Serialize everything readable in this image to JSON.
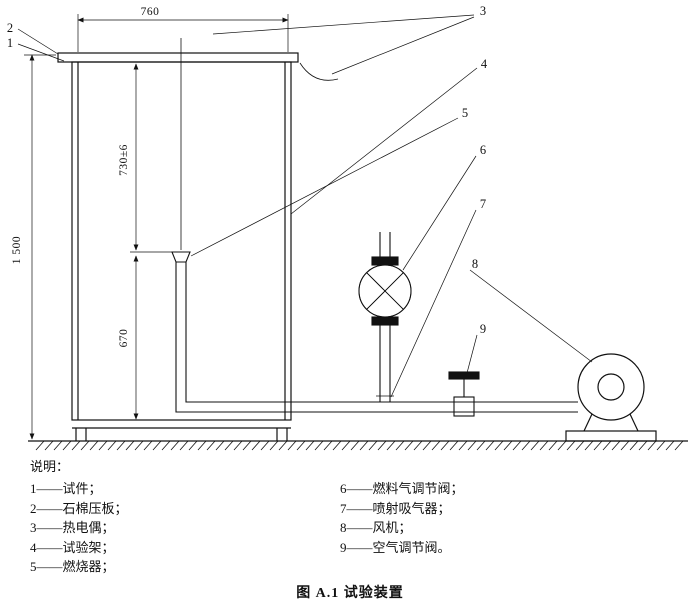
{
  "figure_caption": "图 A.1  试验装置",
  "legend": {
    "title": "说明：",
    "left": [
      "1——试件；",
      "2——石棉压板；",
      "3——热电偶；",
      "4——试验架；",
      "5——燃烧器；"
    ],
    "right": [
      "6——燃料气调节阀；",
      "7——喷射吸气器；",
      "8——风机；",
      "9——空气调节阀。"
    ]
  },
  "dimensions": {
    "top_width": "760",
    "overall_height": "1 500",
    "upper_span": "730±6",
    "lower_span": "670"
  },
  "callouts": {
    "n1": "1",
    "n2": "2",
    "n3": "3",
    "n4": "4",
    "n5": "5",
    "n6": "6",
    "n7": "7",
    "n8": "8",
    "n9": "9"
  }
}
